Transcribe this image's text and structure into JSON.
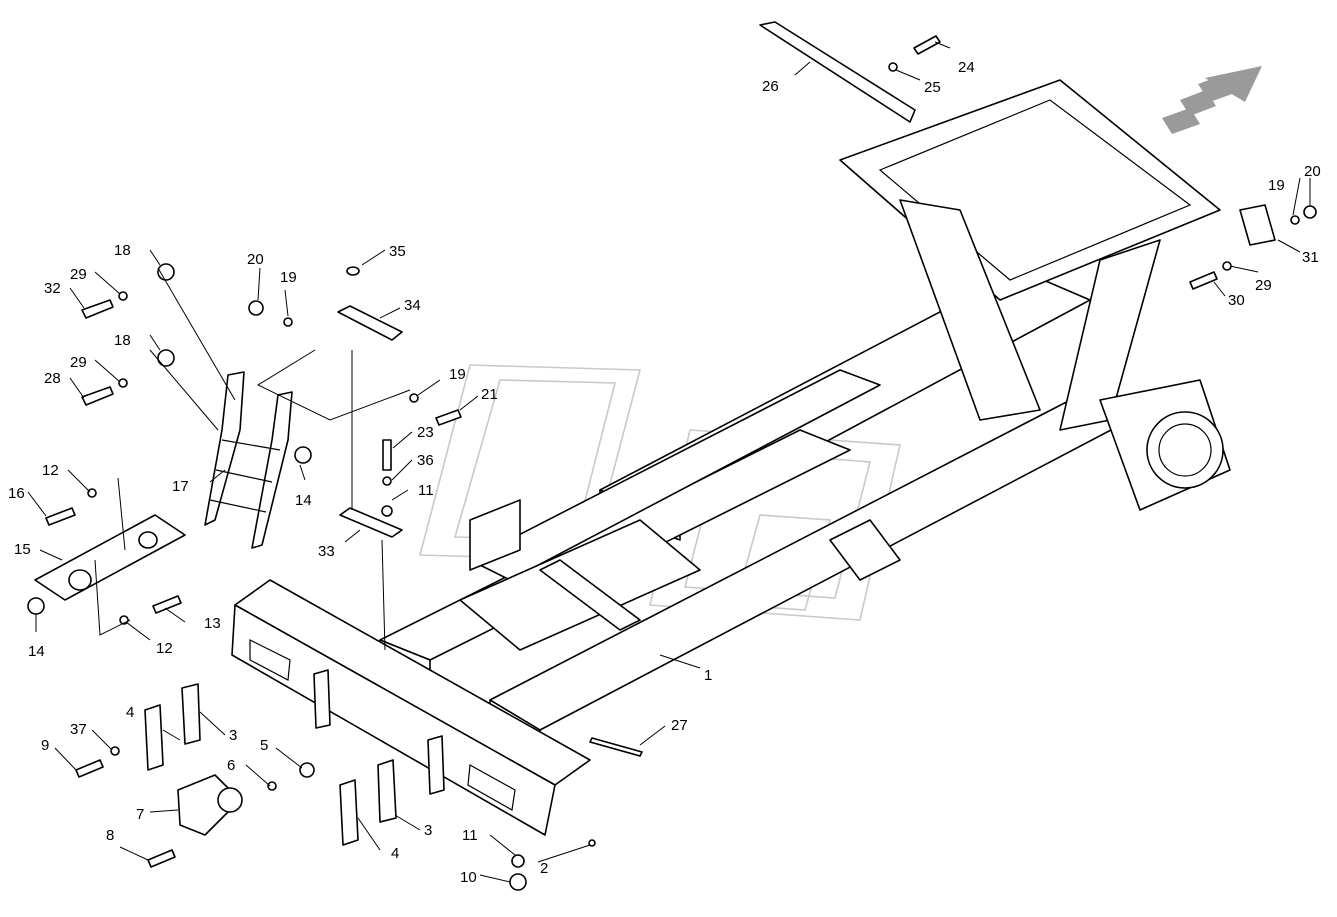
{
  "diagram": {
    "callouts": [
      "1",
      "2",
      "3",
      "3",
      "4",
      "4",
      "5",
      "6",
      "7",
      "8",
      "9",
      "10",
      "11",
      "11",
      "12",
      "12",
      "13",
      "14",
      "14",
      "15",
      "16",
      "17",
      "18",
      "18",
      "19",
      "19",
      "19",
      "20",
      "20",
      "21",
      "23",
      "24",
      "25",
      "26",
      "27",
      "28",
      "29",
      "29",
      "29",
      "30",
      "31",
      "32",
      "33",
      "34",
      "35",
      "36",
      "37"
    ],
    "colors": {
      "line": "#000000",
      "background": "#ffffff",
      "watermark": "#c9c9c9",
      "arrow_hatch": "#9a9a9a"
    },
    "icons": {
      "direction": "direction-arrow-icon"
    }
  }
}
